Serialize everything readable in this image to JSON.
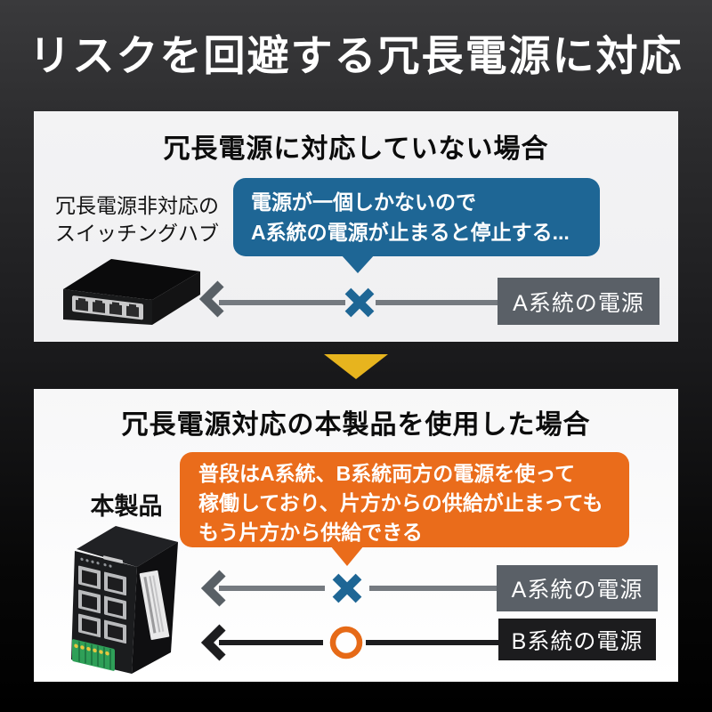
{
  "title": "リスクを回避する冗長電源に対応",
  "colors": {
    "accent_blue": "#1e6695",
    "accent_orange": "#ea6c1b",
    "accent_yellow": "#e7b41e",
    "power_a_box": "#5a6067",
    "power_b_box": "#1c1c1e",
    "panel_bg": "#f3f3f4"
  },
  "panel_without": {
    "heading": "冗長電源に対応していない場合",
    "device_label": {
      "line1": "冗長電源非対応の",
      "line2": "スイッチングハブ"
    },
    "bubble": {
      "line1": "電源が一個しかないので",
      "line2": "A系統の電源が止まると停止する..."
    },
    "power_a": {
      "label": "A系統の電源"
    }
  },
  "panel_with": {
    "heading": "冗長電源対応の本製品を使用した場合",
    "device_label": "本製品",
    "bubble": {
      "line1": "普段はA系統、B系統両方の電源を使って",
      "line2": "稼働しており、片方からの供給が止まっても",
      "line3": "もう片方から供給できる"
    },
    "power_a": {
      "label": "A系統の電源"
    },
    "power_b": {
      "label": "B系統の電源"
    }
  }
}
